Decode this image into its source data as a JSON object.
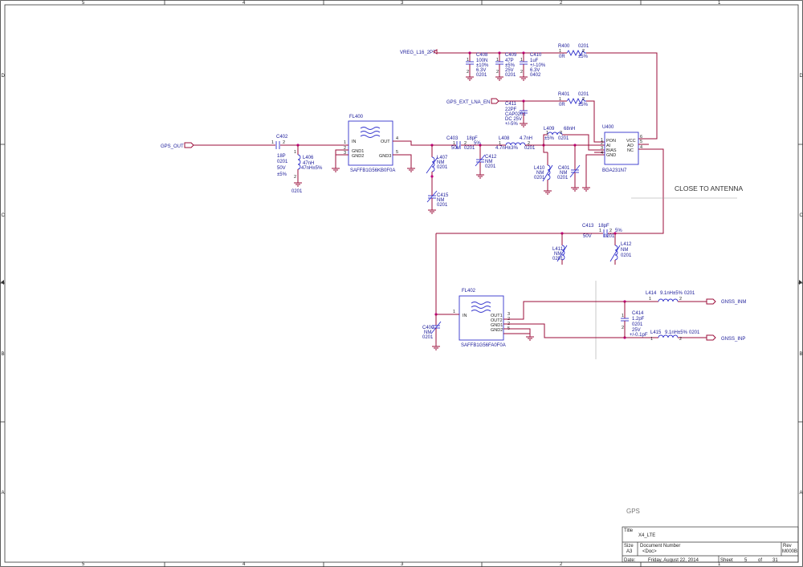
{
  "frame": {
    "cols": [
      "5",
      "4",
      "3",
      "2",
      "1"
    ],
    "rows": [
      "D",
      "C",
      "B",
      "A"
    ]
  },
  "nets": {
    "vreg": "VREG_L16_2P7",
    "lna_en": "GPS_EXT_LNA_EN",
    "gps_out": "GPS_OUT",
    "gnss_inm": "GNSS_INM",
    "gnss_inp": "GNSS_INP"
  },
  "note": "CLOSE TO ANTENNA",
  "parts": {
    "c408": [
      "C408",
      "100N",
      "±10%",
      "6.3V",
      "0201"
    ],
    "c409": [
      "C409",
      "47P",
      "±5%",
      "25V",
      "0201"
    ],
    "c410": [
      "C410",
      "1uF",
      "+/-10%",
      "6.3V",
      "0402"
    ],
    "r400": [
      "R400",
      "0201",
      "0R",
      "±5%"
    ],
    "r401": [
      "R401",
      "0201",
      "0R",
      "±5%"
    ],
    "c411": [
      "C411",
      "22PF",
      "CAP0201",
      "DC 25V",
      "+/-5%"
    ],
    "c402": [
      "C402",
      "18P",
      "0201",
      "50V",
      "±5%"
    ],
    "l406": [
      "L406",
      "47nH",
      "47nH±5%",
      "0201"
    ],
    "fl400": {
      "ref": "FL400",
      "pins": [
        "IN",
        "GND1",
        "GND2",
        "OUT",
        "GND3"
      ],
      "part": "SAFFB1G56KB0F0A"
    },
    "c403": [
      "C403",
      "18pF",
      "5%",
      "50V",
      "0201"
    ],
    "l408": [
      "L408",
      "4.7nH",
      "4.7nH±3%",
      "0201"
    ],
    "l407": [
      "L407",
      "NM",
      "0201"
    ],
    "c412": [
      "C412",
      "NM",
      "0201"
    ],
    "c415": [
      "C415",
      "NM",
      "0201"
    ],
    "l409": [
      "L409",
      "68nH",
      "±5%",
      "0201"
    ],
    "l410": [
      "L410",
      "NM",
      "0201"
    ],
    "c401": [
      "C401",
      "NM",
      "0201"
    ],
    "u400": {
      "ref": "U400",
      "pins_left": [
        "PON",
        "AI",
        "BIAS",
        "GND"
      ],
      "pins_right": [
        "VCC",
        "AO",
        "NC"
      ],
      "part": "BGA231N7"
    },
    "c413": [
      "C413",
      "18pF",
      "5%",
      "50V",
      "0201"
    ],
    "l411": [
      "L411",
      "NM",
      "0201"
    ],
    "l412": [
      "L412",
      "NM",
      "0201"
    ],
    "fl402": {
      "ref": "FL402",
      "pins": [
        "IN",
        "OUT1",
        "OUT2",
        "GND1",
        "GND2"
      ],
      "part": "SAFFB1G56FA0F0A"
    },
    "c400": [
      "C400",
      "NM",
      "0201"
    ],
    "l414": [
      "L414",
      "9.1nH±5%",
      "0201"
    ],
    "l415": [
      "L415",
      "9.1nH±5%",
      "0201"
    ],
    "c414": [
      "C414",
      "1.2pF",
      "0201",
      "25V",
      "+/-0.1pF"
    ]
  },
  "title_block": {
    "sheet_label": "GPS",
    "title_caption": "Title",
    "title": "X4_LTE",
    "size_caption": "Size",
    "size": "A3",
    "docnum_caption": "Document Number",
    "docnum": "<Doc>",
    "rev_caption": "Rev",
    "rev": "M000B",
    "date_caption": "Date:",
    "date": "Friday, August 22, 2014",
    "sheet_caption": "Sheet",
    "sheet_num": "5",
    "of_caption": "of",
    "sheet_total": "31"
  }
}
